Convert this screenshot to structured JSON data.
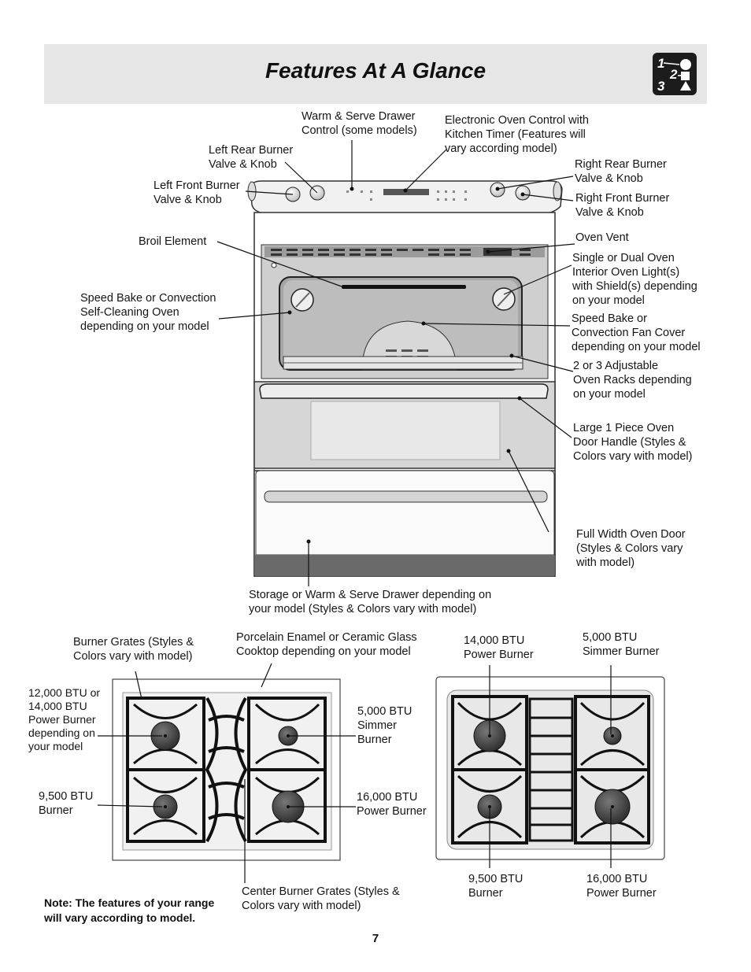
{
  "header": {
    "title": "Features At A Glance",
    "badge": [
      "1",
      "2",
      "3"
    ]
  },
  "range_labels": {
    "warm_serve_control": "Warm & Serve Drawer\nControl (some models)",
    "electronic_control": "Electronic Oven Control with\nKitchen Timer (Features will\nvary according model)",
    "left_rear": "Left Rear Burner\nValve & Knob",
    "left_front": "Left Front Burner\nValve & Knob",
    "right_rear": "Right Rear Burner\nValve & Knob",
    "right_front": "Right Front Burner\nValve & Knob",
    "broil": "Broil Element",
    "oven_vent": "Oven Vent",
    "oven_light": "Single or Dual Oven\nInterior Oven Light(s)\nwith Shield(s) depending\non your model",
    "speed_bake_oven": "Speed Bake or Convection\nSelf-Cleaning Oven\ndepending on your model",
    "fan_cover": "Speed Bake or\nConvection Fan Cover\ndepending on your model",
    "racks": "2 or 3 Adjustable\nOven Racks depending\non your model",
    "door_handle": "Large 1 Piece Oven\nDoor Handle (Styles &\nColors vary with model)",
    "oven_door": "Full Width Oven Door\n(Styles & Colors vary\nwith model)",
    "drawer": "Storage or Warm & Serve Drawer depending on\nyour model (Styles & Colors vary with model)"
  },
  "cooktop_left": {
    "grates": "Burner Grates (Styles &\nColors vary with model)",
    "surface": "Porcelain Enamel or Ceramic Glass\nCooktop depending on your model",
    "power_burner_lf": "12,000 BTU or\n14,000 BTU\nPower Burner\ndepending on\nyour model",
    "simmer": "5,000 BTU\nSimmer\nBurner",
    "burner_9500": "9,500 BTU\nBurner",
    "power_16000": "16,000 BTU\nPower Burner",
    "center_grates": "Center Burner Grates (Styles &\nColors vary with model)"
  },
  "cooktop_right": {
    "power_14000": "14,000 BTU\nPower Burner",
    "simmer": "5,000 BTU\nSimmer Burner",
    "burner_9500": "9,500 BTU\nBurner",
    "power_16000": "16,000 BTU\nPower Burner"
  },
  "note": "Note: The features of your range\nwill vary according to model.",
  "page_number": "7"
}
